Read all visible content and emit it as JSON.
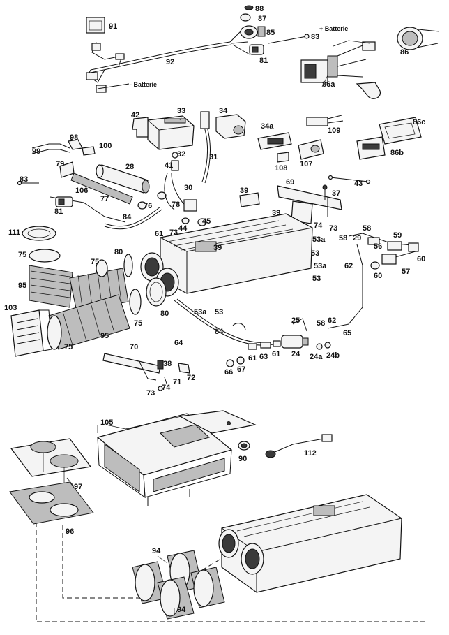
{
  "labels": {
    "n91": "91",
    "n88": "88",
    "n87": "87",
    "n85": "85",
    "n83a": "83",
    "batterie_top": "+ Batterie",
    "n92": "92",
    "n81a": "81",
    "n86": "86",
    "n86a": "86a",
    "batterie_left": "- Batterie",
    "n42": "42",
    "n33": "33",
    "n34": "34",
    "n34a": "34a",
    "n109": "109",
    "n86c": "86c",
    "n86b": "86b",
    "n98": "98",
    "n100": "100",
    "n99": "99",
    "n32": "32",
    "n31": "31",
    "n108": "108",
    "n107": "107",
    "n79": "79",
    "n28": "28",
    "n41": "41",
    "n30": "30",
    "n69": "69",
    "n43": "43",
    "n83b": "83",
    "n106": "106",
    "n77": "77",
    "n76": "76",
    "n78": "78",
    "n39a": "39",
    "n37": "37",
    "n81b": "81",
    "n84a": "84",
    "n44": "44",
    "n45": "45",
    "n39b": "39",
    "n74a": "74",
    "n73a": "73",
    "n73b": "73",
    "n111": "111",
    "n61a": "61",
    "n39c": "39",
    "n53a1": "53a",
    "n58a": "58",
    "n29": "29",
    "n59": "59",
    "n58b": "58",
    "n56": "56",
    "n53b": "53",
    "n75a": "75",
    "n75b": "75",
    "n80a": "80",
    "n62a": "62",
    "n60a": "60",
    "n53a2": "53a",
    "n60b": "60",
    "n57": "57",
    "n95a": "95",
    "n53c": "53",
    "n103": "103",
    "n80b": "80",
    "n53a3": "53a",
    "n53d": "53",
    "n75c": "75",
    "n84b": "84",
    "n25": "25",
    "n58c": "58",
    "n62b": "62",
    "n65": "65",
    "n95b": "95",
    "n64": "64",
    "n75d": "75",
    "n70": "70",
    "n61b": "61",
    "n63": "63",
    "n61c": "61",
    "n24": "24",
    "n24a": "24a",
    "n24b": "24b",
    "n66": "66",
    "n67": "67",
    "n38": "38",
    "n71": "71",
    "n72": "72",
    "n74b": "74",
    "n73c": "73",
    "n105": "105",
    "n90": "90",
    "n112": "112",
    "n97": "97",
    "n96": "96",
    "n94a": "94",
    "n94b": "94"
  },
  "colors": {
    "ink": "#111111",
    "paper": "#ffffff",
    "shade": "#bdbdbd"
  }
}
